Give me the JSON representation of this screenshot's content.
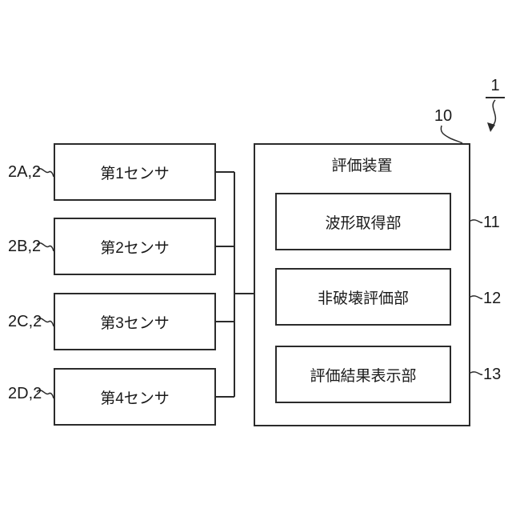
{
  "figure": {
    "system_ref": "1"
  },
  "sensors": [
    {
      "ref": "2A,2",
      "label": "第1センサ"
    },
    {
      "ref": "2B,2",
      "label": "第2センサ"
    },
    {
      "ref": "2C,2",
      "label": "第3センサ"
    },
    {
      "ref": "2D,2",
      "label": "第4センサ"
    }
  ],
  "device": {
    "ref": "10",
    "title": "評価装置",
    "modules": [
      {
        "ref": "11",
        "label": "波形取得部"
      },
      {
        "ref": "12",
        "label": "非破壊評価部"
      },
      {
        "ref": "13",
        "label": "評価結果表示部"
      }
    ]
  },
  "colors": {
    "line": "#2b2b2b",
    "text": "#1a1a1a",
    "background": "#ffffff"
  }
}
